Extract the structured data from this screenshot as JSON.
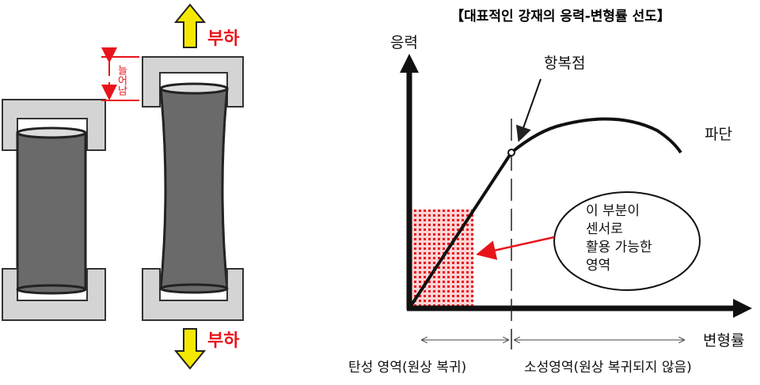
{
  "left": {
    "load_top": "부하",
    "load_bottom": "부하",
    "elongation": "늘어남"
  },
  "right": {
    "title": "【대표적인 강재의 응력-변형률 선도】",
    "y_axis_label": "응력",
    "x_axis_label": "변형률",
    "yield_point": "항복점",
    "fracture": "파단",
    "callout_lines": [
      "이 부분이",
      "센서로",
      "활용 가능한",
      "영역"
    ],
    "elastic_region": "탄성 영역(원상 복귀)",
    "plastic_region": "소성영역(원상 복귀되지 않음)"
  },
  "colors": {
    "accent_red": "#e8141c",
    "arrow_yellow": "#f5e800",
    "bracket_gray": "#d4d4d4",
    "specimen_gray": "#6a6a6a"
  }
}
